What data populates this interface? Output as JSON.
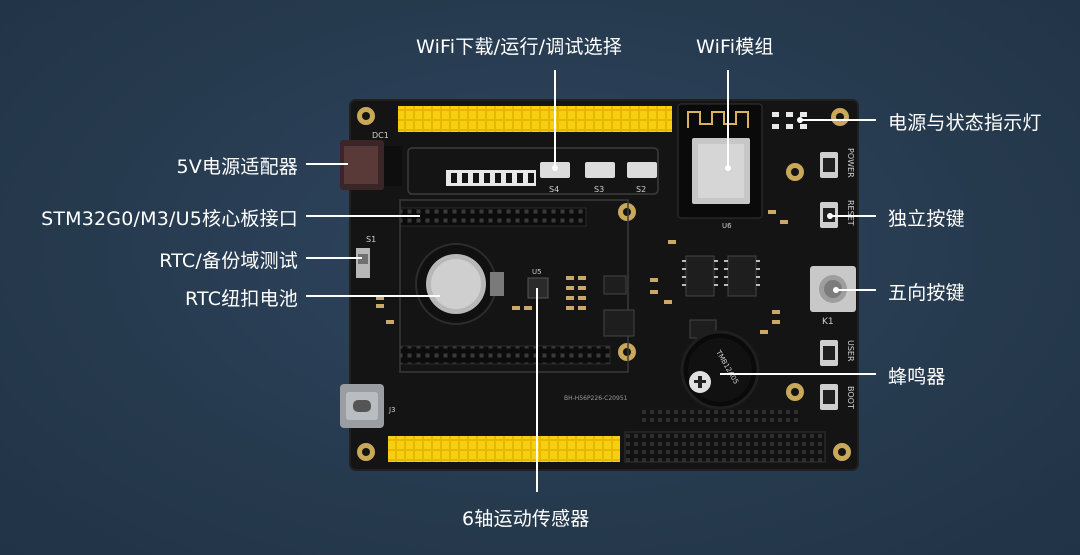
{
  "labels": {
    "wifi_mode_select": "WiFi下载/运行/调试选择",
    "wifi_module": "WiFi模组",
    "power_adapter": "5V电源适配器",
    "core_board_interface": "STM32G0/M3/U5核心板接口",
    "rtc_backup_test": "RTC/备份域测试",
    "rtc_button_battery": "RTC纽扣电池",
    "power_status_led": "电源与状态指示灯",
    "independent_button": "独立按键",
    "five_way_button": "五向按键",
    "buzzer": "蜂鸣器",
    "six_axis_sensor": "6轴运动传感器"
  },
  "silkscreen": {
    "dc1": "DC1",
    "s1": "S1",
    "s2": "S2",
    "s3": "S3",
    "s4": "S4",
    "k1": "K1",
    "j3": "J3",
    "u5": "U5",
    "u6": "U6",
    "power_btn": "POWER",
    "reset_btn": "RESET",
    "user_btn": "USER",
    "boot_btn": "BOOT",
    "buzzer_text": "TMB12A05",
    "board_id": "BH-H56P226-C20951"
  },
  "colors": {
    "background": "#293d52",
    "board": "#151515",
    "header_yellow": "#f3c300",
    "label_text": "#ffffff",
    "leader_line": "#ffffff"
  }
}
